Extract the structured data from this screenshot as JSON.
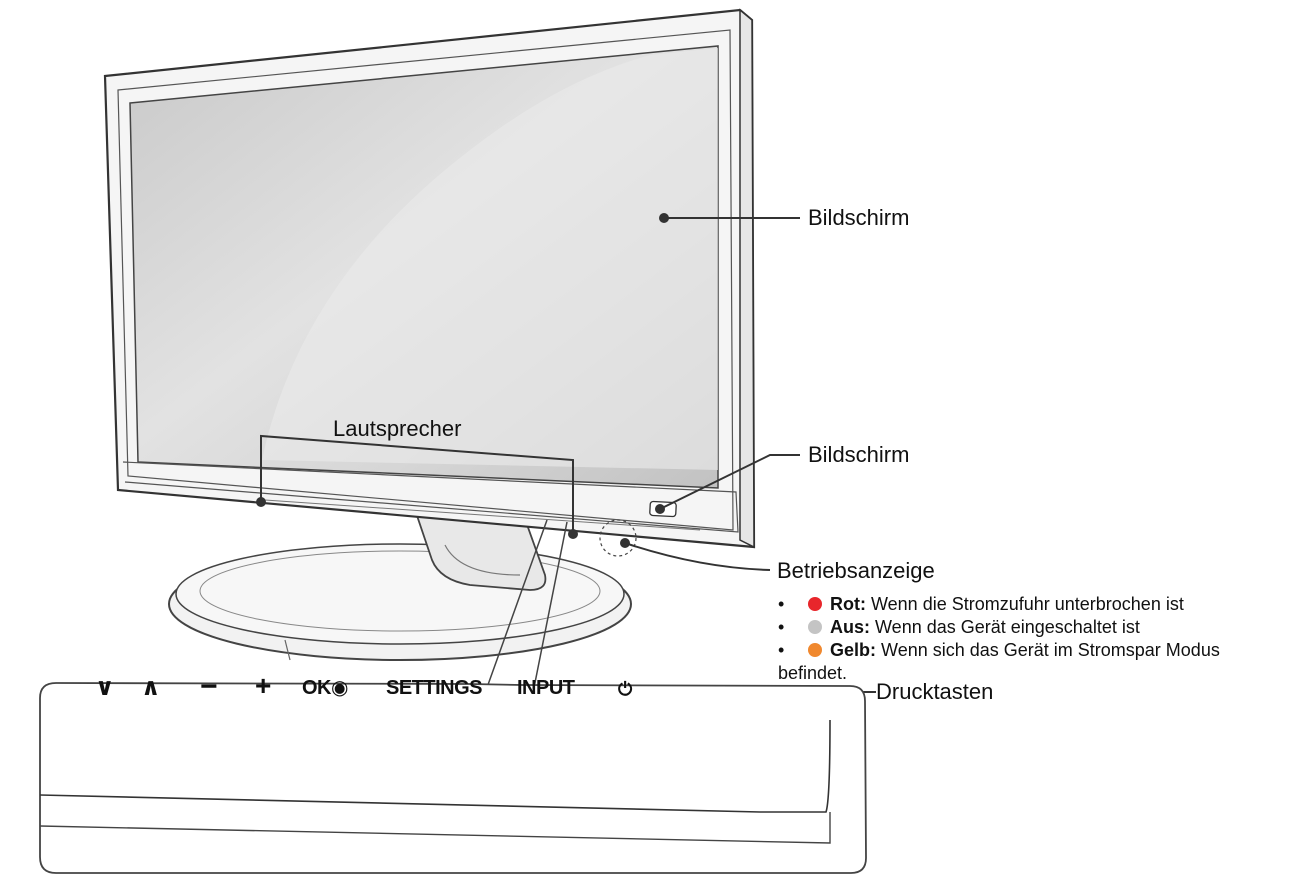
{
  "labels": {
    "screen": "Bildschirm",
    "screen_lower": "Bildschirm",
    "speaker": "Lautsprecher",
    "power_indicator": "Betriebsanzeige",
    "buttons": "Drucktasten"
  },
  "button_labels": {
    "down": "∨",
    "up": "∧",
    "minus": "−",
    "plus": "+",
    "ok": "OK◉",
    "settings": "SETTINGS",
    "input": "INPUT",
    "power": "⏻"
  },
  "indicator_states": [
    {
      "color_name": "Rot:",
      "text": "Wenn die Stromzufuhr unterbrochen ist",
      "color": "#e8262b"
    },
    {
      "color_name": "Aus:",
      "text": "Wenn das Gerät eingeschaltet ist",
      "color": "#c4c4c4"
    },
    {
      "color_name": "Gelb:",
      "text": "Wenn sich das Gerät im Stromspar Modus",
      "continuation": "befindet.",
      "color": "#f0882e"
    }
  ],
  "bullet_char": "•",
  "colors": {
    "line": "#333333",
    "outline": "#555555",
    "screen_fill": "#dcdcdc"
  }
}
